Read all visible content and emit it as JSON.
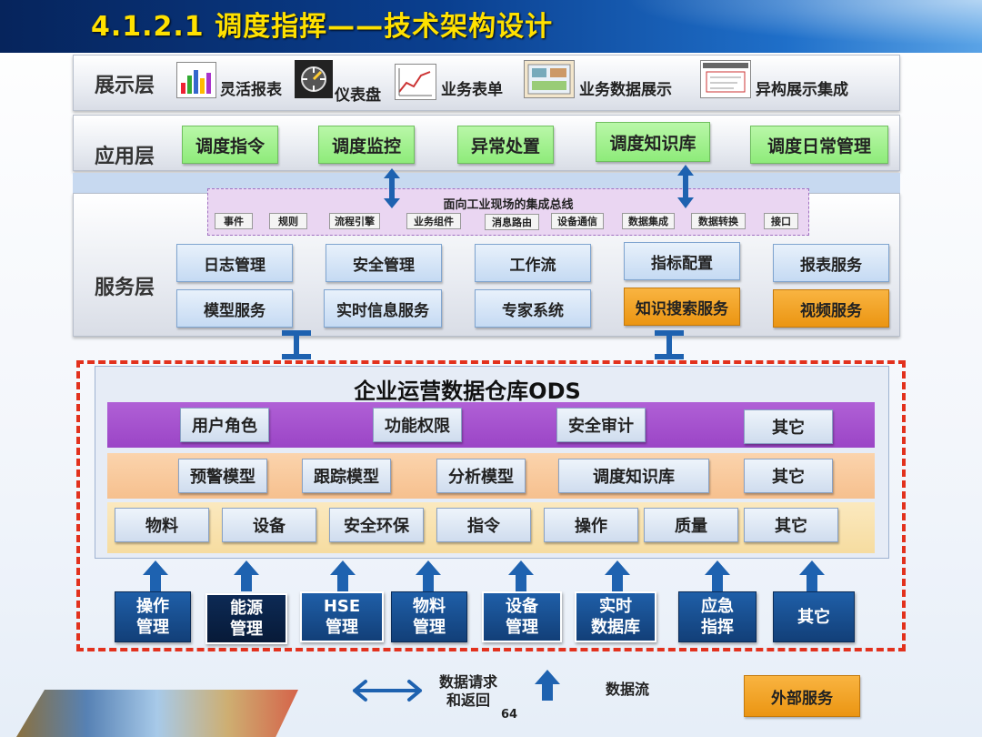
{
  "title": "4.1.2.1  调度指挥——技术架构设计",
  "display_layer": {
    "label": "展示层",
    "items": [
      "灵活报表",
      "仪表盘",
      "业务表单",
      "业务数据展示",
      "异构展示集成"
    ]
  },
  "app_layer": {
    "label": "应用层",
    "items": [
      "调度指令",
      "调度监控",
      "异常处置",
      "调度知识库",
      "调度日常管理"
    ]
  },
  "bus": {
    "title": "面向工业现场的集成总线",
    "chips": [
      "事件",
      "规则",
      "流程引擎",
      "业务组件",
      "消息路由",
      "设备通信",
      "数据集成",
      "数据转换",
      "接口"
    ]
  },
  "service_layer": {
    "label": "服务层",
    "row1": [
      "日志管理",
      "安全管理",
      "工作流",
      "指标配置",
      "报表服务"
    ],
    "row2": [
      "模型服务",
      "实时信息服务",
      "专家系统",
      "知识搜索服务",
      "视频服务"
    ]
  },
  "ods": {
    "title": "企业运营数据仓库ODS",
    "row_purple": [
      "用户角色",
      "功能权限",
      "安全审计",
      "其它"
    ],
    "row_peach": [
      "预警模型",
      "跟踪模型",
      "分析模型",
      "调度知识库",
      "其它"
    ],
    "row_cream": [
      "物料",
      "设备",
      "安全环保",
      "指令",
      "操作",
      "质量",
      "其它"
    ]
  },
  "sources": [
    [
      "操作",
      "管理"
    ],
    [
      "能源",
      "管理"
    ],
    [
      "HSE",
      "管理"
    ],
    [
      "物料",
      "管理"
    ],
    [
      "设备",
      "管理"
    ],
    [
      "实时",
      "数据库"
    ],
    [
      "应急",
      "指挥"
    ],
    [
      "其它"
    ]
  ],
  "legend": {
    "request": [
      "数据请求",
      "和返回"
    ],
    "flow": "数据流",
    "external": "外部服务"
  },
  "page_number": "64",
  "colors": {
    "title": "#ffe100",
    "header": "#0a3f8f",
    "green": "#8eeb7a",
    "orange": "#eb9512",
    "purple": "#9b45c6",
    "dash": "#e2311d",
    "source": "#1f5fa8",
    "arrow": "#1e62b0"
  }
}
